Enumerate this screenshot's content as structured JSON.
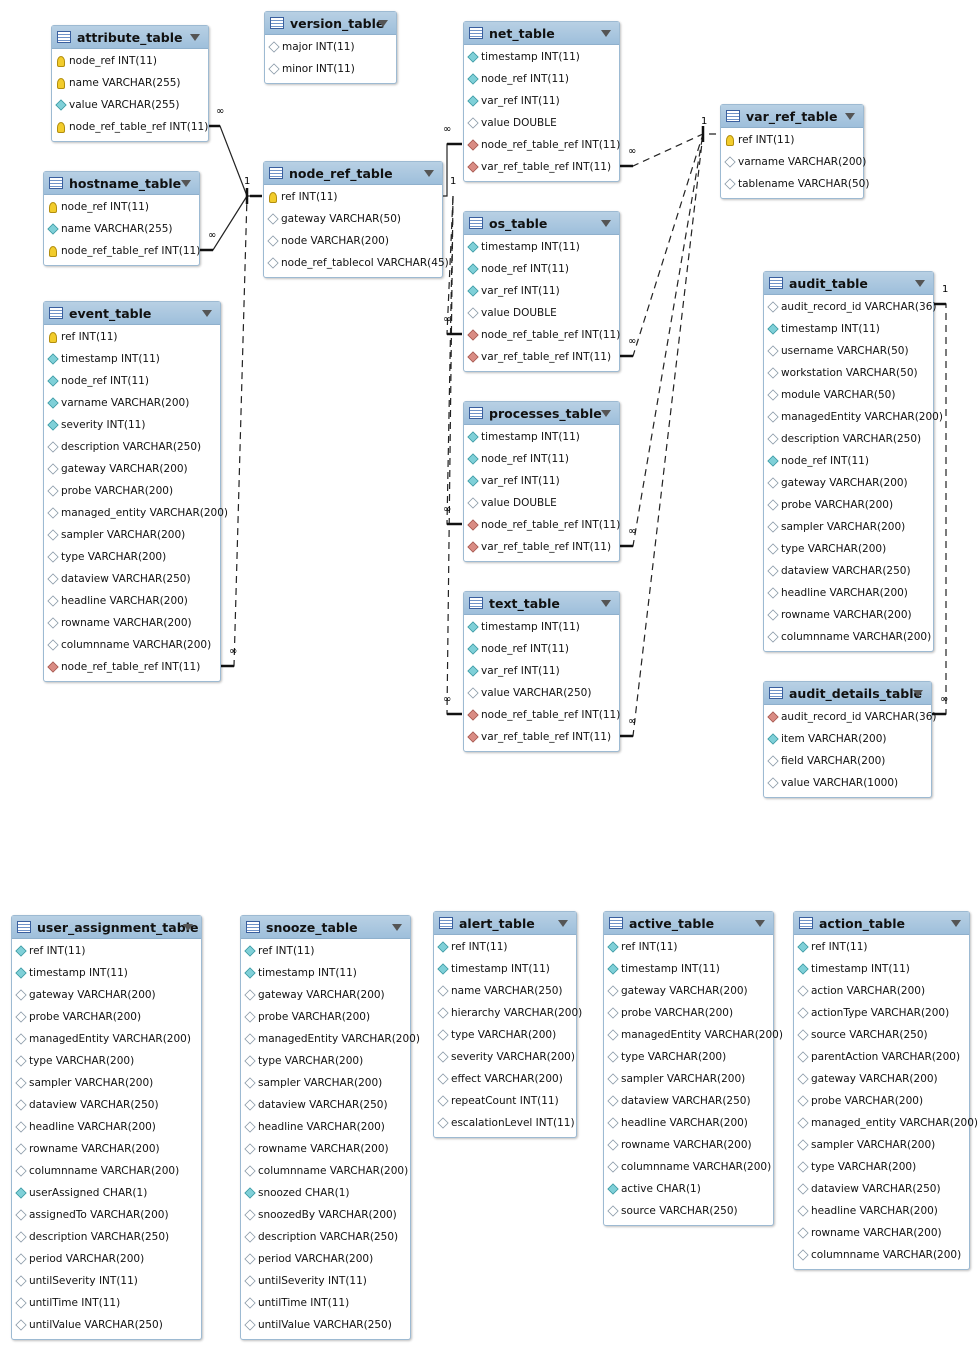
{
  "tables": [
    {
      "name": "attribute_table",
      "columns": [
        {
          "text": "node_ref INT(11)",
          "key": "pk"
        },
        {
          "text": "name VARCHAR(255)",
          "key": "pk"
        },
        {
          "text": "value VARCHAR(255)",
          "key": "idx"
        },
        {
          "text": "node_ref_table_ref INT(11)",
          "key": "pk"
        }
      ]
    },
    {
      "name": "version_table",
      "columns": [
        {
          "text": "major INT(11)",
          "key": "col"
        },
        {
          "text": "minor INT(11)",
          "key": "col"
        }
      ]
    },
    {
      "name": "net_table",
      "columns": [
        {
          "text": "timestamp INT(11)",
          "key": "idx"
        },
        {
          "text": "node_ref INT(11)",
          "key": "idx"
        },
        {
          "text": "var_ref INT(11)",
          "key": "idx"
        },
        {
          "text": "value DOUBLE",
          "key": "col"
        },
        {
          "text": "node_ref_table_ref INT(11)",
          "key": "fk"
        },
        {
          "text": "var_ref_table_ref INT(11)",
          "key": "fk"
        }
      ]
    },
    {
      "name": "var_ref_table",
      "columns": [
        {
          "text": "ref INT(11)",
          "key": "pk"
        },
        {
          "text": "varname VARCHAR(200)",
          "key": "col"
        },
        {
          "text": "tablename VARCHAR(50)",
          "key": "col"
        }
      ]
    },
    {
      "name": "hostname_table",
      "columns": [
        {
          "text": "node_ref INT(11)",
          "key": "pk"
        },
        {
          "text": "name VARCHAR(255)",
          "key": "idx"
        },
        {
          "text": "node_ref_table_ref INT(11)",
          "key": "pk"
        }
      ]
    },
    {
      "name": "node_ref_table",
      "columns": [
        {
          "text": "ref INT(11)",
          "key": "pk"
        },
        {
          "text": "gateway VARCHAR(50)",
          "key": "col"
        },
        {
          "text": "node VARCHAR(200)",
          "key": "col"
        },
        {
          "text": "node_ref_tablecol VARCHAR(45)",
          "key": "col"
        }
      ]
    },
    {
      "name": "os_table",
      "columns": [
        {
          "text": "timestamp INT(11)",
          "key": "idx"
        },
        {
          "text": "node_ref INT(11)",
          "key": "idx"
        },
        {
          "text": "var_ref INT(11)",
          "key": "idx"
        },
        {
          "text": "value DOUBLE",
          "key": "col"
        },
        {
          "text": "node_ref_table_ref INT(11)",
          "key": "fk"
        },
        {
          "text": "var_ref_table_ref INT(11)",
          "key": "fk"
        }
      ]
    },
    {
      "name": "event_table",
      "columns": [
        {
          "text": "ref INT(11)",
          "key": "pk"
        },
        {
          "text": "timestamp INT(11)",
          "key": "idx"
        },
        {
          "text": "node_ref INT(11)",
          "key": "idx"
        },
        {
          "text": "varname VARCHAR(200)",
          "key": "idx"
        },
        {
          "text": "severity INT(11)",
          "key": "idx"
        },
        {
          "text": "description VARCHAR(250)",
          "key": "col"
        },
        {
          "text": "gateway VARCHAR(200)",
          "key": "col"
        },
        {
          "text": "probe VARCHAR(200)",
          "key": "col"
        },
        {
          "text": "managed_entity VARCHAR(200)",
          "key": "col"
        },
        {
          "text": "sampler VARCHAR(200)",
          "key": "col"
        },
        {
          "text": "type VARCHAR(200)",
          "key": "col"
        },
        {
          "text": "dataview VARCHAR(250)",
          "key": "col"
        },
        {
          "text": "headline VARCHAR(200)",
          "key": "col"
        },
        {
          "text": "rowname VARCHAR(200)",
          "key": "col"
        },
        {
          "text": "columnname VARCHAR(200)",
          "key": "col"
        },
        {
          "text": "node_ref_table_ref INT(11)",
          "key": "fk"
        }
      ]
    },
    {
      "name": "audit_table",
      "columns": [
        {
          "text": "audit_record_id VARCHAR(36)",
          "key": "col"
        },
        {
          "text": "timestamp INT(11)",
          "key": "idx"
        },
        {
          "text": "username VARCHAR(50)",
          "key": "col"
        },
        {
          "text": "workstation VARCHAR(50)",
          "key": "col"
        },
        {
          "text": "module VARCHAR(50)",
          "key": "col"
        },
        {
          "text": "managedEntity VARCHAR(200)",
          "key": "col"
        },
        {
          "text": "description VARCHAR(250)",
          "key": "col"
        },
        {
          "text": "node_ref INT(11)",
          "key": "idx"
        },
        {
          "text": "gateway VARCHAR(200)",
          "key": "col"
        },
        {
          "text": "probe VARCHAR(200)",
          "key": "col"
        },
        {
          "text": "sampler VARCHAR(200)",
          "key": "col"
        },
        {
          "text": "type VARCHAR(200)",
          "key": "col"
        },
        {
          "text": "dataview VARCHAR(250)",
          "key": "col"
        },
        {
          "text": "headline VARCHAR(200)",
          "key": "col"
        },
        {
          "text": "rowname VARCHAR(200)",
          "key": "col"
        },
        {
          "text": "columnname VARCHAR(200)",
          "key": "col"
        }
      ]
    },
    {
      "name": "processes_table",
      "columns": [
        {
          "text": "timestamp INT(11)",
          "key": "idx"
        },
        {
          "text": "node_ref INT(11)",
          "key": "idx"
        },
        {
          "text": "var_ref INT(11)",
          "key": "idx"
        },
        {
          "text": "value DOUBLE",
          "key": "col"
        },
        {
          "text": "node_ref_table_ref INT(11)",
          "key": "fk"
        },
        {
          "text": "var_ref_table_ref INT(11)",
          "key": "fk"
        }
      ]
    },
    {
      "name": "text_table",
      "columns": [
        {
          "text": "timestamp INT(11)",
          "key": "idx"
        },
        {
          "text": "node_ref INT(11)",
          "key": "idx"
        },
        {
          "text": "var_ref INT(11)",
          "key": "idx"
        },
        {
          "text": "value VARCHAR(250)",
          "key": "col"
        },
        {
          "text": "node_ref_table_ref INT(11)",
          "key": "fk"
        },
        {
          "text": "var_ref_table_ref INT(11)",
          "key": "fk"
        }
      ]
    },
    {
      "name": "audit_details_table",
      "columns": [
        {
          "text": "audit_record_id VARCHAR(36)",
          "key": "fk"
        },
        {
          "text": "item VARCHAR(200)",
          "key": "idx"
        },
        {
          "text": "field VARCHAR(200)",
          "key": "col"
        },
        {
          "text": "value VARCHAR(1000)",
          "key": "col"
        }
      ]
    },
    {
      "name": "user_assignment_table",
      "columns": [
        {
          "text": "ref INT(11)",
          "key": "idx"
        },
        {
          "text": "timestamp INT(11)",
          "key": "idx"
        },
        {
          "text": "gateway VARCHAR(200)",
          "key": "col"
        },
        {
          "text": "probe VARCHAR(200)",
          "key": "col"
        },
        {
          "text": "managedEntity VARCHAR(200)",
          "key": "col"
        },
        {
          "text": "type VARCHAR(200)",
          "key": "col"
        },
        {
          "text": "sampler VARCHAR(200)",
          "key": "col"
        },
        {
          "text": "dataview VARCHAR(250)",
          "key": "col"
        },
        {
          "text": "headline VARCHAR(200)",
          "key": "col"
        },
        {
          "text": "rowname VARCHAR(200)",
          "key": "col"
        },
        {
          "text": "columnname VARCHAR(200)",
          "key": "col"
        },
        {
          "text": "userAssigned CHAR(1)",
          "key": "idx"
        },
        {
          "text": "assignedTo VARCHAR(200)",
          "key": "col"
        },
        {
          "text": "description VARCHAR(250)",
          "key": "col"
        },
        {
          "text": "period VARCHAR(200)",
          "key": "col"
        },
        {
          "text": "untilSeverity INT(11)",
          "key": "col"
        },
        {
          "text": "untilTime INT(11)",
          "key": "col"
        },
        {
          "text": "untilValue VARCHAR(250)",
          "key": "col"
        }
      ]
    },
    {
      "name": "snooze_table",
      "columns": [
        {
          "text": "ref INT(11)",
          "key": "idx"
        },
        {
          "text": "timestamp INT(11)",
          "key": "idx"
        },
        {
          "text": "gateway VARCHAR(200)",
          "key": "col"
        },
        {
          "text": "probe VARCHAR(200)",
          "key": "col"
        },
        {
          "text": "managedEntity VARCHAR(200)",
          "key": "col"
        },
        {
          "text": "type VARCHAR(200)",
          "key": "col"
        },
        {
          "text": "sampler VARCHAR(200)",
          "key": "col"
        },
        {
          "text": "dataview VARCHAR(250)",
          "key": "col"
        },
        {
          "text": "headline VARCHAR(200)",
          "key": "col"
        },
        {
          "text": "rowname VARCHAR(200)",
          "key": "col"
        },
        {
          "text": "columnname VARCHAR(200)",
          "key": "col"
        },
        {
          "text": "snoozed CHAR(1)",
          "key": "idx"
        },
        {
          "text": "snoozedBy VARCHAR(200)",
          "key": "col"
        },
        {
          "text": "description VARCHAR(250)",
          "key": "col"
        },
        {
          "text": "period VARCHAR(200)",
          "key": "col"
        },
        {
          "text": "untilSeverity INT(11)",
          "key": "col"
        },
        {
          "text": "untilTime INT(11)",
          "key": "col"
        },
        {
          "text": "untilValue VARCHAR(250)",
          "key": "col"
        }
      ]
    },
    {
      "name": "alert_table",
      "columns": [
        {
          "text": "ref INT(11)",
          "key": "idx"
        },
        {
          "text": "timestamp INT(11)",
          "key": "idx"
        },
        {
          "text": "name VARCHAR(250)",
          "key": "col"
        },
        {
          "text": "hierarchy VARCHAR(200)",
          "key": "col"
        },
        {
          "text": "type VARCHAR(200)",
          "key": "col"
        },
        {
          "text": "severity VARCHAR(200)",
          "key": "col"
        },
        {
          "text": "effect VARCHAR(200)",
          "key": "col"
        },
        {
          "text": "repeatCount INT(11)",
          "key": "col"
        },
        {
          "text": "escalationLevel INT(11)",
          "key": "col"
        }
      ]
    },
    {
      "name": "active_table",
      "columns": [
        {
          "text": "ref INT(11)",
          "key": "idx"
        },
        {
          "text": "timestamp INT(11)",
          "key": "idx"
        },
        {
          "text": "gateway VARCHAR(200)",
          "key": "col"
        },
        {
          "text": "probe VARCHAR(200)",
          "key": "col"
        },
        {
          "text": "managedEntity VARCHAR(200)",
          "key": "col"
        },
        {
          "text": "type VARCHAR(200)",
          "key": "col"
        },
        {
          "text": "sampler VARCHAR(200)",
          "key": "col"
        },
        {
          "text": "dataview VARCHAR(250)",
          "key": "col"
        },
        {
          "text": "headline VARCHAR(200)",
          "key": "col"
        },
        {
          "text": "rowname VARCHAR(200)",
          "key": "col"
        },
        {
          "text": "columnname VARCHAR(200)",
          "key": "col"
        },
        {
          "text": "active CHAR(1)",
          "key": "idx"
        },
        {
          "text": "source VARCHAR(250)",
          "key": "col"
        }
      ]
    },
    {
      "name": "action_table",
      "columns": [
        {
          "text": "ref INT(11)",
          "key": "idx"
        },
        {
          "text": "timestamp INT(11)",
          "key": "idx"
        },
        {
          "text": "action VARCHAR(200)",
          "key": "col"
        },
        {
          "text": "actionType VARCHAR(200)",
          "key": "col"
        },
        {
          "text": "source VARCHAR(250)",
          "key": "col"
        },
        {
          "text": "parentAction VARCHAR(200)",
          "key": "col"
        },
        {
          "text": "gateway VARCHAR(200)",
          "key": "col"
        },
        {
          "text": "probe VARCHAR(200)",
          "key": "col"
        },
        {
          "text": "managed_entity VARCHAR(200)",
          "key": "col"
        },
        {
          "text": "sampler VARCHAR(200)",
          "key": "col"
        },
        {
          "text": "type VARCHAR(200)",
          "key": "col"
        },
        {
          "text": "dataview VARCHAR(250)",
          "key": "col"
        },
        {
          "text": "headline VARCHAR(200)",
          "key": "col"
        },
        {
          "text": "rowname VARCHAR(200)",
          "key": "col"
        },
        {
          "text": "columnname VARCHAR(200)",
          "key": "col"
        }
      ]
    }
  ],
  "relationships": [
    {
      "from": "attribute_table",
      "to": "node_ref_table",
      "from_card": "∞",
      "to_card": "1",
      "style": "solid"
    },
    {
      "from": "hostname_table",
      "to": "node_ref_table",
      "from_card": "∞",
      "to_card": "1",
      "style": "solid"
    },
    {
      "from": "event_table",
      "to": "node_ref_table",
      "from_card": "∞",
      "to_card": "1",
      "style": "dashed"
    },
    {
      "from": "net_table",
      "to": "node_ref_table",
      "from_card": "∞",
      "to_card": "1",
      "style": "solid"
    },
    {
      "from": "os_table",
      "to": "node_ref_table",
      "from_card": "∞",
      "to_card": "1",
      "style": "dashed"
    },
    {
      "from": "processes_table",
      "to": "node_ref_table",
      "from_card": "∞",
      "to_card": "1",
      "style": "dashed"
    },
    {
      "from": "text_table",
      "to": "node_ref_table",
      "from_card": "∞",
      "to_card": "1",
      "style": "dashed"
    },
    {
      "from": "net_table",
      "to": "var_ref_table",
      "from_card": "∞",
      "to_card": "1",
      "style": "dashed"
    },
    {
      "from": "os_table",
      "to": "var_ref_table",
      "from_card": "∞",
      "to_card": "1",
      "style": "dashed"
    },
    {
      "from": "processes_table",
      "to": "var_ref_table",
      "from_card": "∞",
      "to_card": "1",
      "style": "dashed"
    },
    {
      "from": "text_table",
      "to": "var_ref_table",
      "from_card": "∞",
      "to_card": "1",
      "style": "dashed"
    },
    {
      "from": "audit_details_table",
      "to": "audit_table",
      "from_card": "∞",
      "to_card": "1",
      "style": "dashed"
    }
  ],
  "colors": {
    "header": "#a5c3dd",
    "border": "#9dbad2",
    "pk": "#f2cc2c",
    "fk": "#d98c84",
    "idx": "#7fd0d8"
  }
}
